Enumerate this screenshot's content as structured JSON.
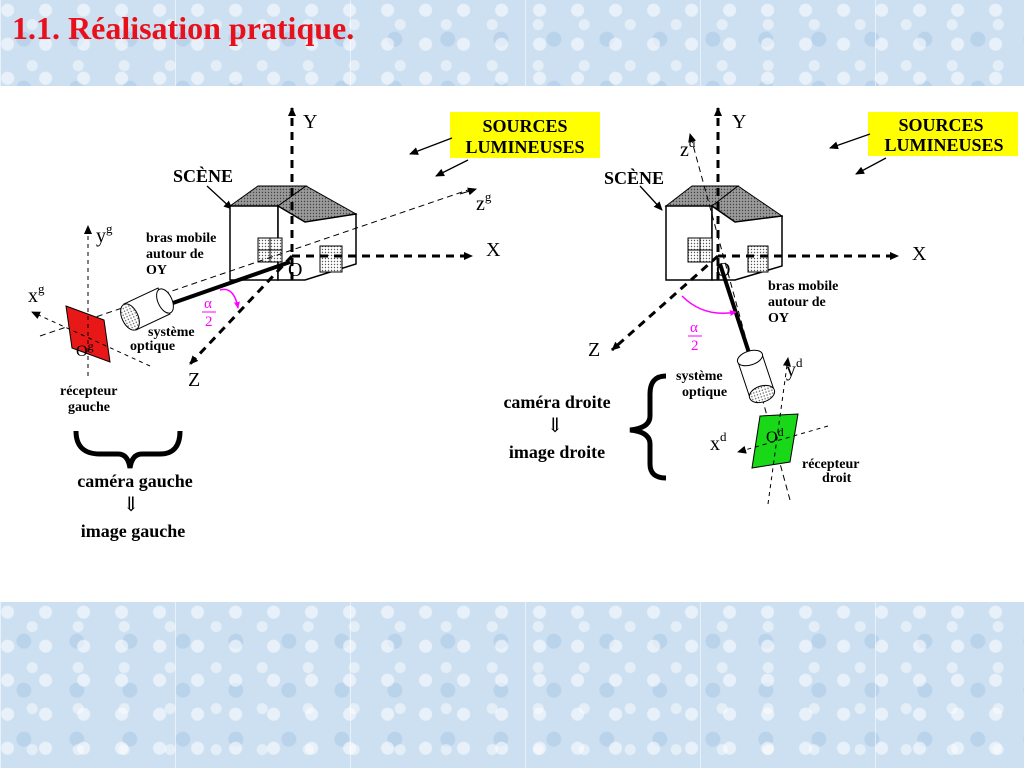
{
  "title": "1.1. Réalisation pratique.",
  "left": {
    "sources_line1": "SOURCES",
    "sources_line2": "LUMINEUSES",
    "scene": "SCÈNE",
    "axis_y": "Y",
    "axis_x": "X",
    "axis_z": "Z",
    "origin": "O",
    "zg": "z",
    "yg": "y",
    "xg": "x",
    "g_sup": "g",
    "og": "O",
    "arm1": "bras mobile",
    "arm2": "autour de",
    "arm3": "OY",
    "alpha": "α",
    "two": "2",
    "optic1": "système",
    "optic2": "optique",
    "rec1": "récepteur",
    "rec2": "gauche",
    "cam": "caméra gauche",
    "arrow": "⇓",
    "img": "image gauche"
  },
  "right": {
    "sources_line1": "SOURCES",
    "sources_line2": "LUMINEUSES",
    "scene": "SCÈNE",
    "axis_y": "Y",
    "axis_x": "X",
    "axis_z": "Z",
    "origin": "O",
    "zd": "z",
    "yd": "y",
    "xd": "x",
    "d_sup": "d",
    "od": "O",
    "arm1": "bras mobile",
    "arm2": "autour de",
    "arm3": "OY",
    "alpha": "α",
    "two": "2",
    "optic1": "système",
    "optic2": "optique",
    "rec1": "récepteur",
    "rec2": "droit",
    "cam": "caméra droite",
    "arrow": "⇓",
    "img": "image droite"
  },
  "colors": {
    "title": "#e8101a",
    "sources_bg": "#ffff00",
    "receptor_left": "#e81818",
    "receptor_right": "#18d818",
    "angle": "#ff00ff"
  }
}
